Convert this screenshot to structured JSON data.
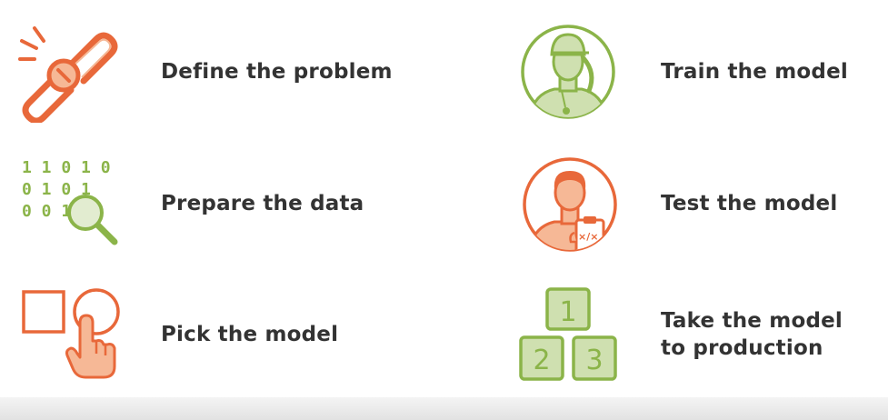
{
  "steps": [
    {
      "id": "define",
      "label": "Define the problem",
      "icon": "broken-chain-icon"
    },
    {
      "id": "prepare",
      "label": "Prepare the data",
      "icon": "binary-magnifier-icon"
    },
    {
      "id": "pick",
      "label": "Pick the model",
      "icon": "pointing-hand-shapes-icon"
    },
    {
      "id": "train",
      "label": "Train the model",
      "icon": "coach-avatar-icon"
    },
    {
      "id": "test",
      "label": "Test the model",
      "icon": "tester-avatar-icon"
    },
    {
      "id": "production",
      "label_line1": "Take the model",
      "label_line2": "to production",
      "icon": "numbered-blocks-icon"
    }
  ],
  "icon_glyphs": {
    "binary_row1": "1 1 0 1 0",
    "binary_row2": "0 1 0 1",
    "binary_row3": "0 0 1",
    "block1": "1",
    "block2": "2",
    "block3": "3",
    "clipboard": "×/×"
  },
  "colors": {
    "orange": "#e8683a",
    "orange_light": "#f6b896",
    "green": "#8bb449",
    "green_light": "#cfe0b0",
    "text": "#333333"
  }
}
